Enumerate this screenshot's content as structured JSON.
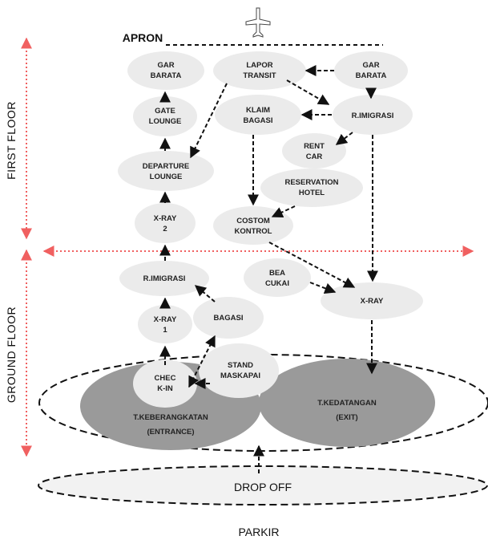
{
  "title": "APRON",
  "icon": "airplane-icon",
  "floors": {
    "first": "FIRST FLOOR",
    "ground": "GROUND FLOOR"
  },
  "nodes": {
    "gar_barata_left": [
      "GAR",
      "BARATA"
    ],
    "gate_lounge": [
      "GATE",
      "LOUNGE"
    ],
    "departure_lounge": [
      "DEPARTURE",
      "LOUNGE"
    ],
    "xray2": [
      "X-RAY",
      "2"
    ],
    "r_imigrasi_left": [
      "R.IMIGRASI"
    ],
    "xray1": [
      "X-RAY",
      "1"
    ],
    "bagasi": [
      "BAGASI"
    ],
    "check_in": [
      "CHEC",
      "K-IN"
    ],
    "stand_maskapai": [
      "STAND",
      "MASKAPAI"
    ],
    "lapor_transit": [
      "LAPOR",
      "TRANSIT"
    ],
    "klaim_bagasi": [
      "KLAIM",
      "BAGASI"
    ],
    "gar_barata_right": [
      "GAR",
      "BARATA"
    ],
    "r_imigrasi_right": [
      "R.IMIGRASI"
    ],
    "rent_car": [
      "RENT",
      "CAR"
    ],
    "reservation_hotel": [
      "RESERVATION",
      "HOTEL"
    ],
    "costom_kontrol": [
      "COSTOM",
      "KONTROL"
    ],
    "bea_cukai": [
      "BEA",
      "CUKAI"
    ],
    "xray_right": [
      "X-RAY"
    ],
    "t_keberangkatan": [
      "T.KEBERANGKATAN",
      "(ENTRANCE)"
    ],
    "t_kedatangan": [
      "T.KEDATANGAN",
      "(EXIT)"
    ]
  },
  "drop_off": "DROP OFF",
  "parkir": "PARKIR",
  "colors": {
    "node_fill": "#ebebeb",
    "terminal_fill": "#9a9a9a",
    "floor_divider": "#f06060",
    "arrow": "#111111"
  }
}
